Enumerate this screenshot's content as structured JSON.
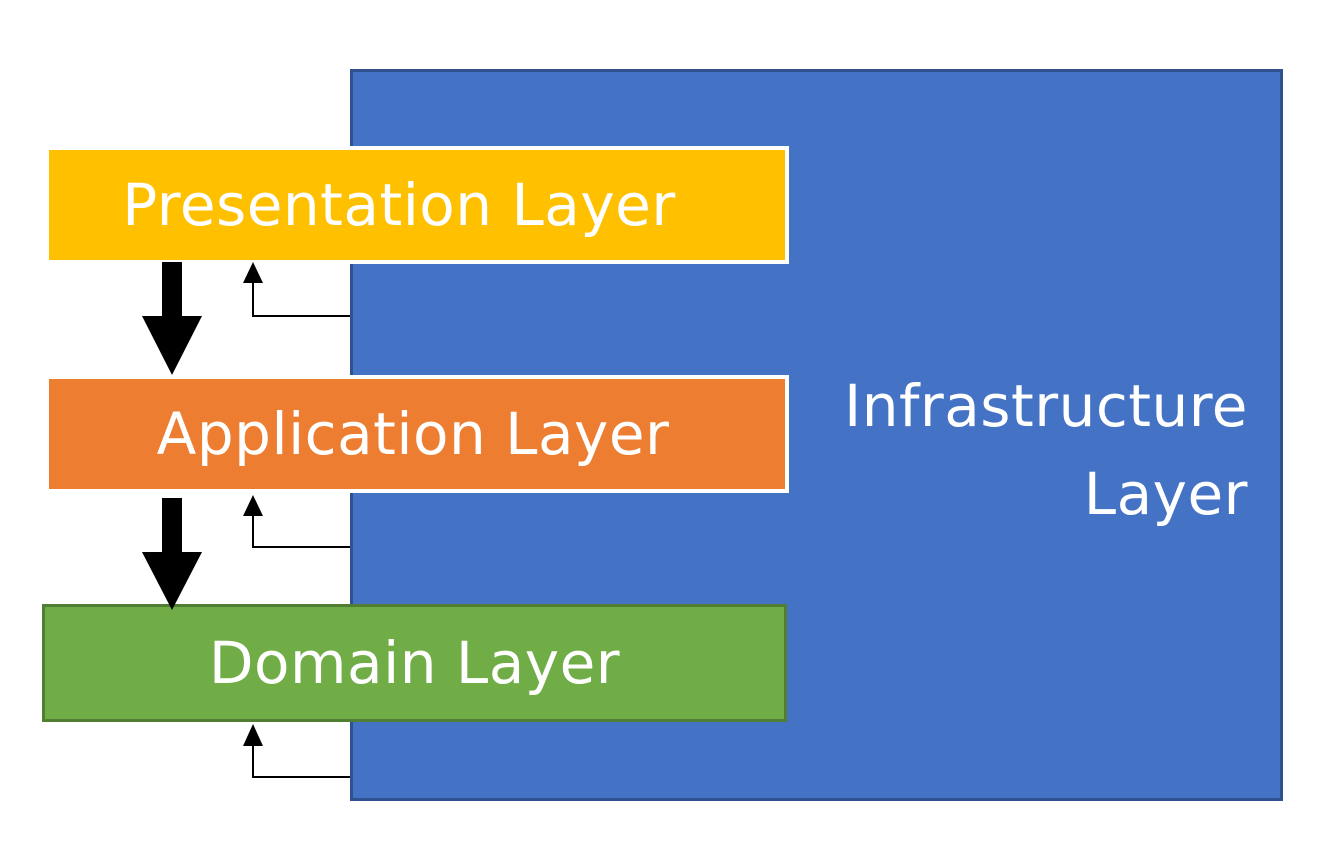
{
  "diagram": {
    "infrastructure": {
      "line1": "Infrastructure",
      "line2": "Layer",
      "fill": "#4472c4"
    },
    "presentation": {
      "label": "Presentation Layer",
      "fill": "#ffc000"
    },
    "application": {
      "label": "Application Layer",
      "fill": "#ed7d31"
    },
    "domain": {
      "label": "Domain Layer",
      "fill": "#70ad47"
    }
  }
}
